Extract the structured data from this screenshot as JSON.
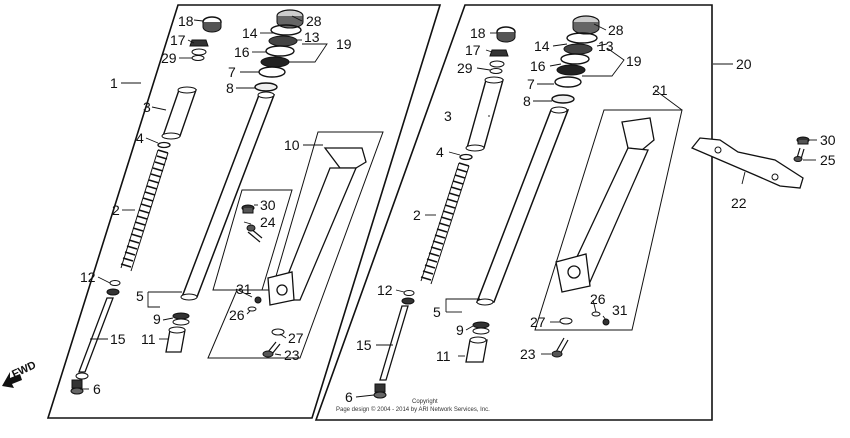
{
  "diagram": {
    "left_assembly_labels": [
      "18",
      "28",
      "14",
      "13",
      "17",
      "16",
      "19",
      "29",
      "7",
      "1",
      "8",
      "3",
      "10",
      "4",
      "30",
      "2",
      "24",
      "12",
      "31",
      "5",
      "9",
      "26",
      "15",
      "27",
      "11",
      "23",
      "6"
    ],
    "right_assembly_labels": [
      "18",
      "28",
      "14",
      "13",
      "17",
      "16",
      "19",
      "29",
      "7",
      "20",
      "8",
      "21",
      "3",
      "30",
      "25",
      "4",
      "22",
      "2",
      "12",
      "26",
      "31",
      "5",
      "9",
      "27",
      "15",
      "11",
      "23",
      "6"
    ],
    "direction_label": "FWD",
    "copyright_line1": "Copyright",
    "copyright_line2": "Page design © 2004 - 2014 by ARI Network Services, Inc."
  }
}
